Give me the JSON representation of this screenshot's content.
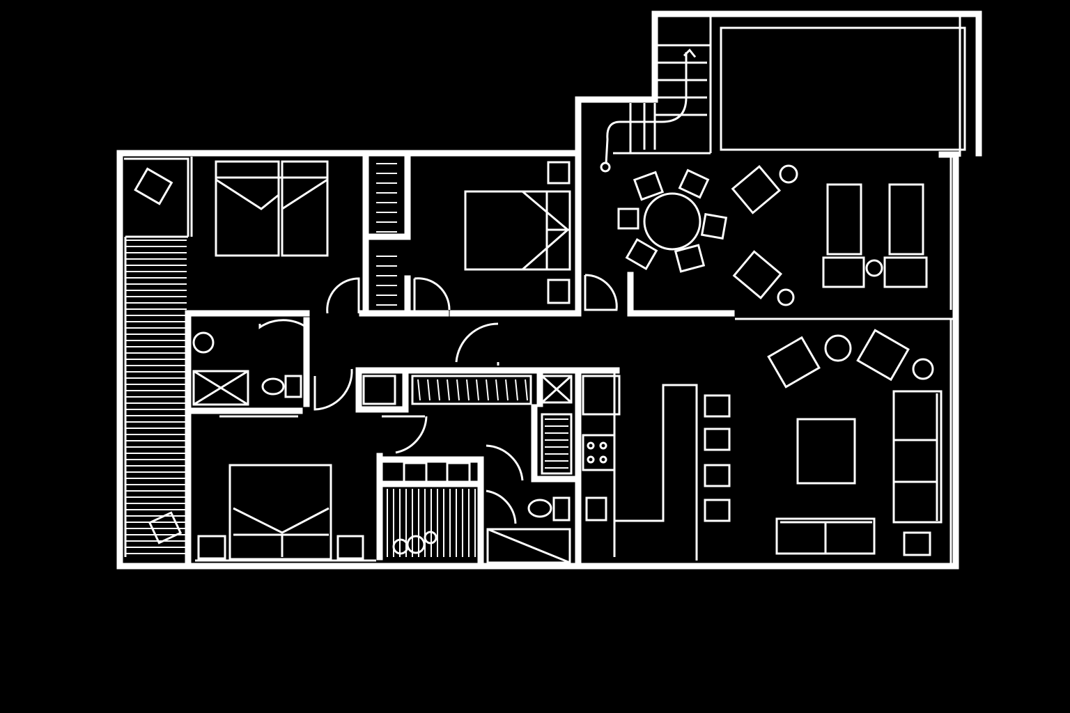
{
  "diagram": {
    "type": "floor-plan",
    "background_color": "#000000",
    "line_color": "#ffffff",
    "rooms": [
      "balcony-west",
      "bedroom-twin",
      "walk-in-closet",
      "bedroom-master",
      "terrace",
      "pool-deck",
      "stairs",
      "bathroom-1",
      "hallway",
      "bedroom-3",
      "bathroom-2",
      "laundry",
      "kitchen",
      "dining-bar",
      "living-room"
    ]
  }
}
